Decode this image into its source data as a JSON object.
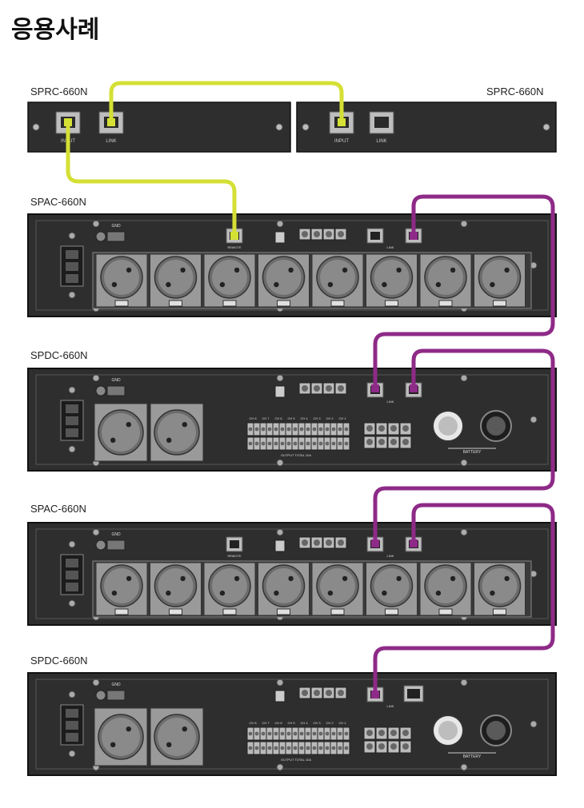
{
  "title": "응용사례",
  "units": {
    "rc_left": {
      "label": "SPRC-660N",
      "port1": "INPUT",
      "port2": "LINK"
    },
    "rc_right": {
      "label": "SPRC-660N",
      "port1": "INPUT",
      "port2": "LINK"
    },
    "pac1": {
      "label": "SPAC-660N"
    },
    "pdc1": {
      "label": "SPDC-660N"
    },
    "pac2": {
      "label": "SPAC-660N"
    },
    "pdc2": {
      "label": "SPDC-660N"
    }
  },
  "panel_text": {
    "gnd": "GND",
    "remote": "REMOTE",
    "link": "LINK",
    "battery": "BATTERY",
    "output_total": "OUTPUT TOTAL 10A",
    "channels": [
      "CH 8",
      "CH 7",
      "CH 6",
      "CH 5",
      "CH 4",
      "CH 3",
      "CH 2",
      "CH 1"
    ]
  },
  "colors": {
    "yellow_cable": "#d4e034",
    "magenta_cable": "#8e2a87",
    "panel": "#2e2e2e",
    "panel_edge": "#111111",
    "outlet_box": "#9a9a9a",
    "outlet": "#6b6b6b"
  }
}
